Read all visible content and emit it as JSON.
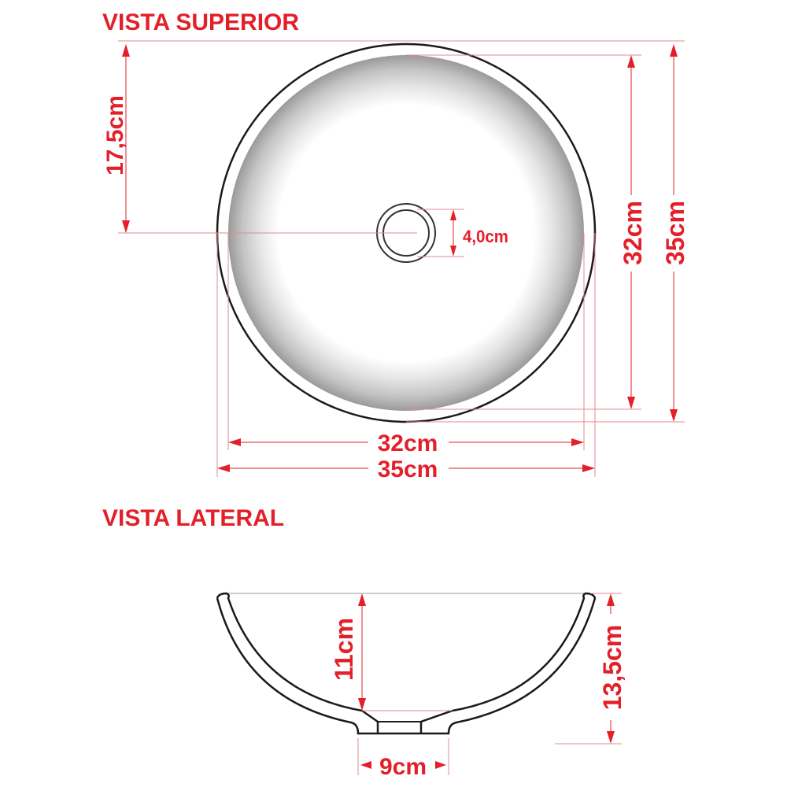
{
  "top_view": {
    "title": "VISTA SUPERIOR",
    "dims": {
      "radius": "17,5cm",
      "drain": "4,0cm",
      "inner_height": "32cm",
      "outer_height": "35cm",
      "inner_width": "32cm",
      "outer_width": "35cm"
    }
  },
  "side_view": {
    "title": "VISTA LATERAL",
    "dims": {
      "inner_depth": "11cm",
      "total_height": "13,5cm",
      "base_width": "9cm"
    }
  },
  "colors": {
    "annotation": "#e3202a",
    "outline": "#1a1a1a"
  }
}
